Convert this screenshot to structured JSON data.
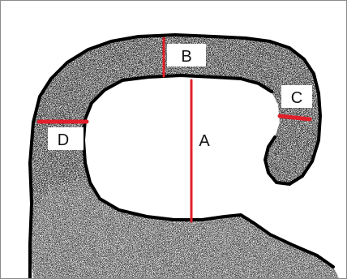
{
  "labels": {
    "a": "A",
    "b": "B",
    "c": "C",
    "d": "D"
  },
  "colors": {
    "measure_line": "#e0202a",
    "tissue_dark": "#1a1a1a",
    "tissue_speckle": "#ffffff",
    "outline": "#000000",
    "label_box": "#ffffff"
  }
}
